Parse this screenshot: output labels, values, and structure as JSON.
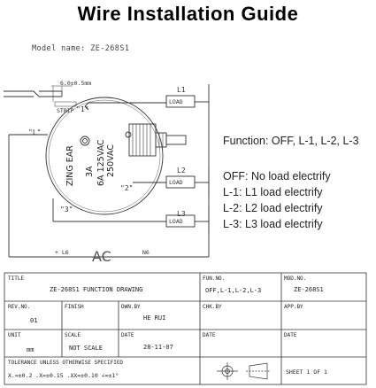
{
  "page": {
    "title": "Wire Installation Guide",
    "model_line": "Model name: ZE-268S1"
  },
  "diagram": {
    "strip_dim": "6.0±0.5mm",
    "strip_label": "STRIP",
    "wire_labels": {
      "l1": "L1",
      "l2": "L2",
      "l3": "L3"
    },
    "load_label": "LOAD",
    "terminal_marks": {
      "t1": "\"1\"",
      "t2": "\"2\"",
      "t3": "\"3\"",
      "tl": "\"L\""
    },
    "switch_text": {
      "brand": "ZING EAR",
      "rating1": "250VAC",
      "rating2": "3A",
      "rating3": "6A 125VAC"
    },
    "ac_label": "AC",
    "ac_left": "+ L6",
    "ac_right": "N6"
  },
  "function": {
    "summary": "Function: OFF, L-1, L-2, L-3",
    "states": [
      "OFF: No load electrify",
      "L-1: L1 load electrify",
      "L-2: L2 load electrify",
      "L-3: L3 load electrify"
    ]
  },
  "title_block": {
    "title_label": "TITLE",
    "title_value": "ZE-268S1 FUNCTION DRAWING",
    "funno_label": "FUN.NO.",
    "funno_value": "OFF,L-1,L-2,L-3",
    "modno_label": "MOD.NO.",
    "modno_value": "ZE-268S1",
    "rev_label": "REV.NO.",
    "rev_value": "01",
    "finish_label": "FINISH",
    "finish_value": "",
    "dwn_label": "DWN.BY",
    "dwn_value": "HE RUI",
    "chk_label": "CHK.BY",
    "chk_value": "",
    "app_label": "APP.BY",
    "app_value": "",
    "unit_label": "UNIT",
    "unit_value": "mm",
    "scale_label": "SCALE",
    "scale_value": "NOT SCALE",
    "date_label": "DATE",
    "date_value": "28-11-07",
    "date2_label": "DATE",
    "date3_label": "DATE",
    "tolerance_title": "TOLERANCE UNLESS OTHERWISE SPECIFIED",
    "tolerance_values": "X.=±0.2  .X=±0.15  .XX=±0.10  ∠=±1°",
    "sheet": "SHEET 1 OF 1"
  }
}
